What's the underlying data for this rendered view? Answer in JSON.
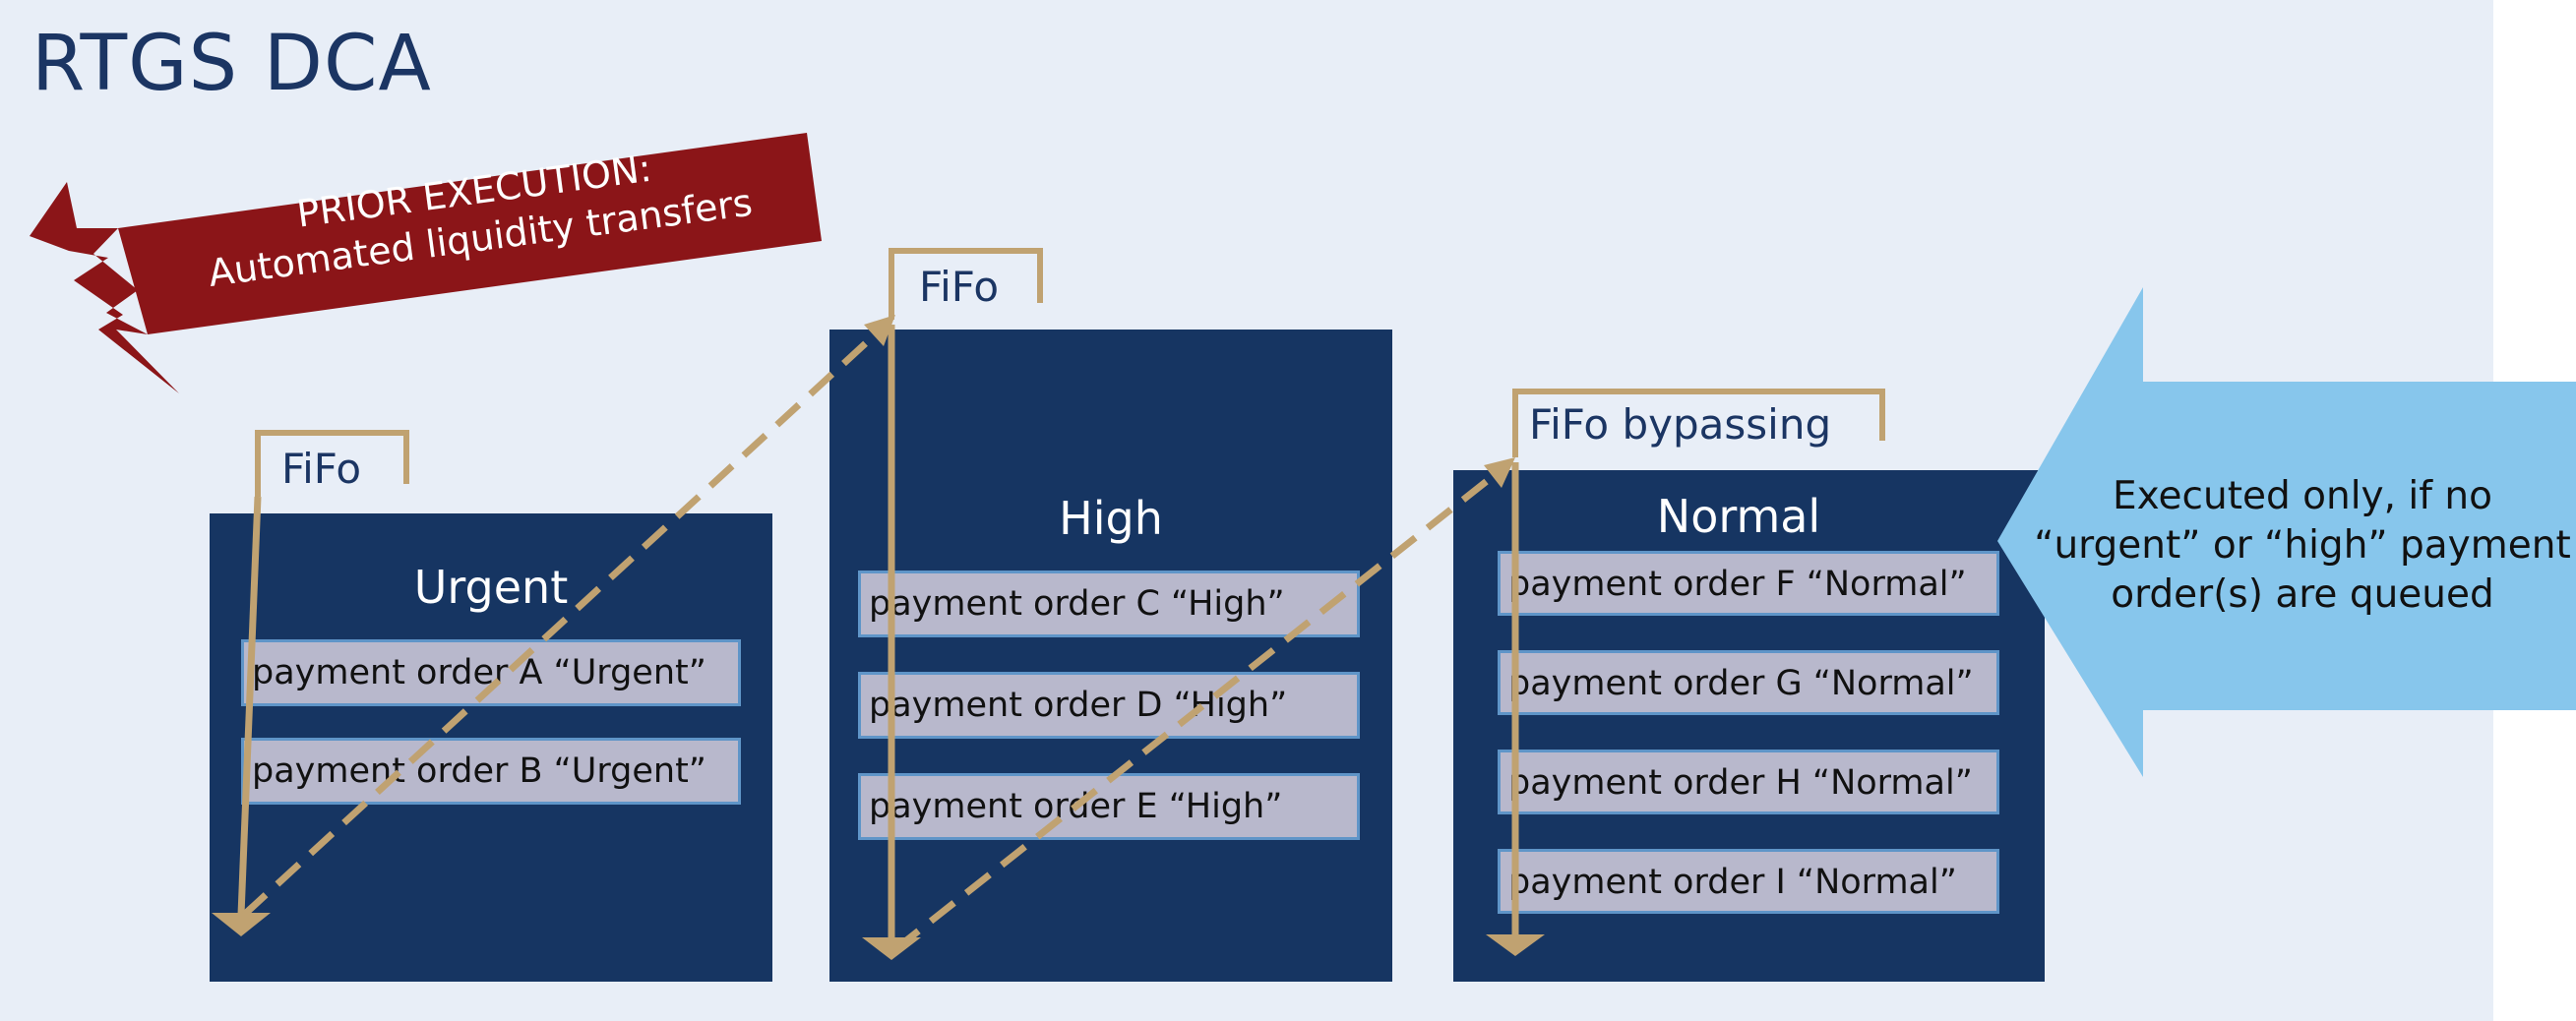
{
  "title": "RTGS DCA",
  "prior_execution": {
    "line1": "PRIOR EXECUTION:",
    "line2": "Automated liquidity transfers",
    "color": "#8b1518",
    "icon": "lightning-bolt-icon"
  },
  "queues": {
    "urgent": {
      "label": "Urgent",
      "rule": "FiFo",
      "orders": [
        "payment order A “Urgent”",
        "payment order B “Urgent”"
      ]
    },
    "high": {
      "label": "High",
      "rule": "FiFo",
      "orders": [
        "payment order C “High”",
        "payment order D “High”",
        "payment order E “High”"
      ]
    },
    "normal": {
      "label": "Normal",
      "rule": "FiFo bypassing",
      "orders": [
        "payment order F “Normal”",
        "payment order G “Normal”",
        "payment order H “Normal”",
        "payment order I “Normal”"
      ]
    }
  },
  "callout": {
    "line1": "Executed only, if no",
    "line2": "“urgent” or “high” payment",
    "line3": "order(s) are queued",
    "color": "#87c6ec"
  },
  "colors": {
    "queue_bg": "#163562",
    "order_bg": "#b8b8cc",
    "order_border": "#5f95c8",
    "arrow": "#c0a271",
    "panel_bg": "#e8eef7"
  }
}
